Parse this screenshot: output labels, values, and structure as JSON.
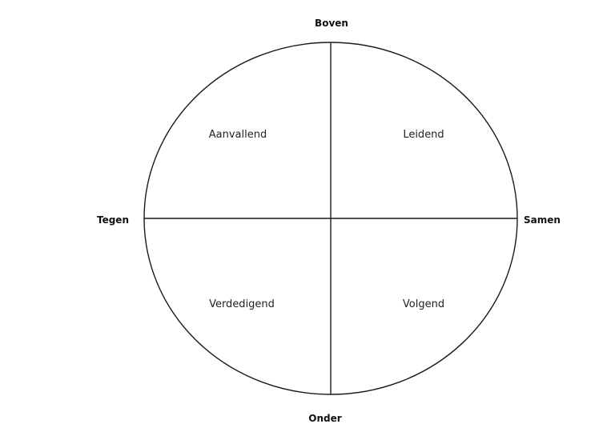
{
  "axes": {
    "top": "Boven",
    "bottom": "Onder",
    "left": "Tegen",
    "right": "Samen"
  },
  "quadrants": {
    "top_left": "Aanvallend",
    "top_right": "Leidend",
    "bottom_left": "Verdedigend",
    "bottom_right": "Volgend"
  },
  "colors": {
    "stroke": "#1a1a1a",
    "background": "#ffffff"
  }
}
